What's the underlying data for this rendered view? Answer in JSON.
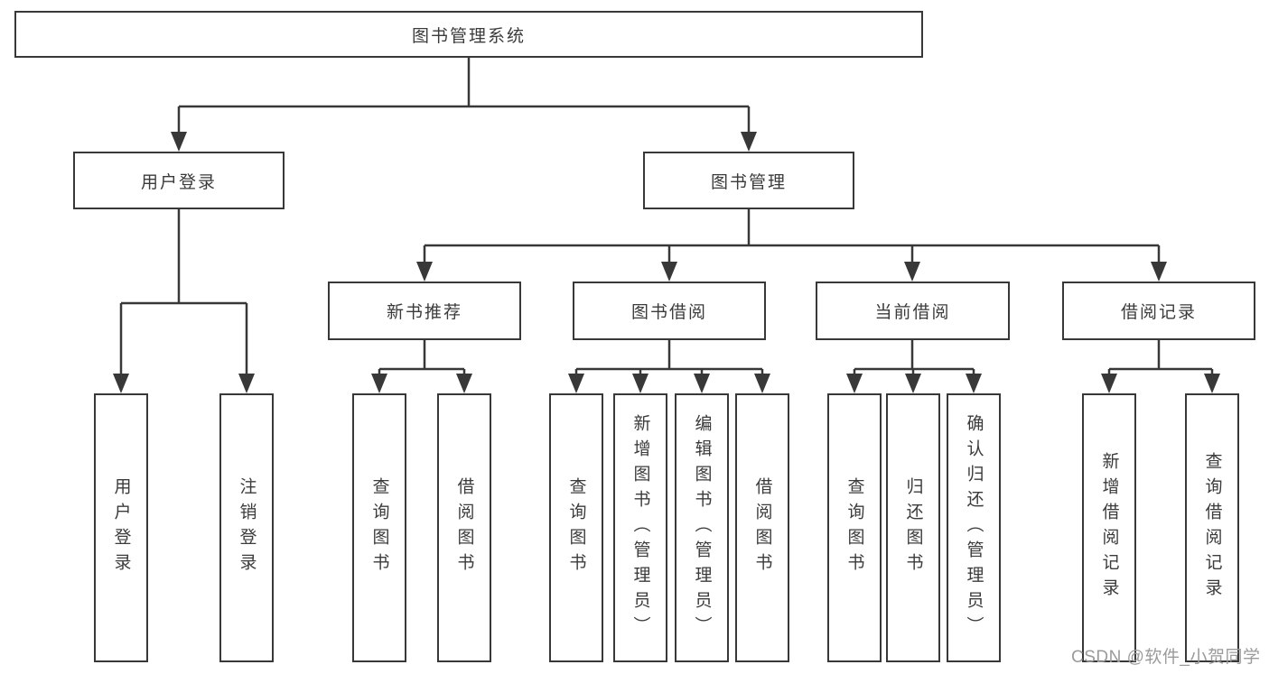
{
  "diagram": {
    "type": "tree-diagram",
    "colors": {
      "line": "#383838",
      "box_border": "#383838",
      "text": "#3b3b3b",
      "background": "#ffffff",
      "watermark": "#9b9b9b"
    },
    "tree": {
      "label": "图书管理系统",
      "children": [
        {
          "label": "用户登录",
          "children": [
            {
              "label": "用户登录"
            },
            {
              "label": "注销登录"
            }
          ]
        },
        {
          "label": "图书管理",
          "children": [
            {
              "label": "新书推荐",
              "children": [
                {
                  "label": "查询图书"
                },
                {
                  "label": "借阅图书"
                }
              ]
            },
            {
              "label": "图书借阅",
              "children": [
                {
                  "label": "查询图书"
                },
                {
                  "label": "新增图书（管理员）"
                },
                {
                  "label": "编辑图书（管理员）"
                },
                {
                  "label": "借阅图书"
                }
              ]
            },
            {
              "label": "当前借阅",
              "children": [
                {
                  "label": "查询图书"
                },
                {
                  "label": "归还图书"
                },
                {
                  "label": "确认归还（管理员）"
                }
              ]
            },
            {
              "label": "借阅记录",
              "children": [
                {
                  "label": "新增借阅记录"
                },
                {
                  "label": "查询借阅记录"
                }
              ]
            }
          ]
        }
      ]
    },
    "watermark": {
      "text": "CSDN @软件_小贺同学"
    }
  }
}
